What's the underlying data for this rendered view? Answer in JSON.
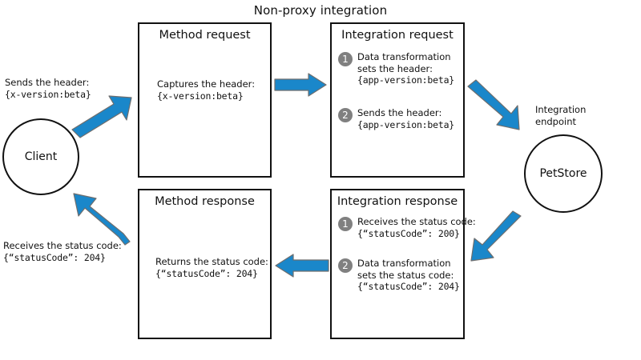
{
  "title": "Non-proxy integration",
  "colors": {
    "arrow": "#1a87ca",
    "arrow_outline": "#6e6e6e",
    "badge": "#808080",
    "stroke": "#111111",
    "background": "#ffffff"
  },
  "client": {
    "label": "Client",
    "request_annotation_line1": "Sends the header:",
    "request_annotation_line2": "{x-version:beta}",
    "response_annotation_line1": "Receives the status code:",
    "response_annotation_line2": "{“statusCode”: 204}"
  },
  "endpoint": {
    "label_line1": "Integration",
    "label_line2": "endpoint",
    "name": "PetStore"
  },
  "boxes": {
    "method_request": {
      "title": "Method request",
      "body_line1": "Captures the header:",
      "body_line2": "{x-version:beta}"
    },
    "integration_request": {
      "title": "Integration request",
      "steps": [
        {
          "number": "1",
          "line1": "Data transformation",
          "line2": "sets the header:",
          "line3": "{app-version:beta}"
        },
        {
          "number": "2",
          "line1": "Sends the header:",
          "line2": "{app-version:beta}",
          "line3": ""
        }
      ]
    },
    "integration_response": {
      "title": "Integration response",
      "steps": [
        {
          "number": "1",
          "line1": "Receives the status code:",
          "line2": "{“statusCode”: 200}",
          "line3": ""
        },
        {
          "number": "2",
          "line1": "Data transformation",
          "line2": "sets the status code:",
          "line3": "{“statusCode”: 204}"
        }
      ]
    },
    "method_response": {
      "title": "Method response",
      "body_line1": "Returns the status code:",
      "body_line2": "{“statusCode”: 204}"
    }
  },
  "arrows": [
    {
      "name": "client-to-method-request",
      "direction": "up-right"
    },
    {
      "name": "method-request-to-integration-request",
      "direction": "right"
    },
    {
      "name": "integration-request-to-endpoint",
      "direction": "down-right"
    },
    {
      "name": "endpoint-to-integration-response",
      "direction": "down-left"
    },
    {
      "name": "integration-response-to-method-response",
      "direction": "left"
    },
    {
      "name": "method-response-to-client",
      "direction": "up-left"
    }
  ]
}
